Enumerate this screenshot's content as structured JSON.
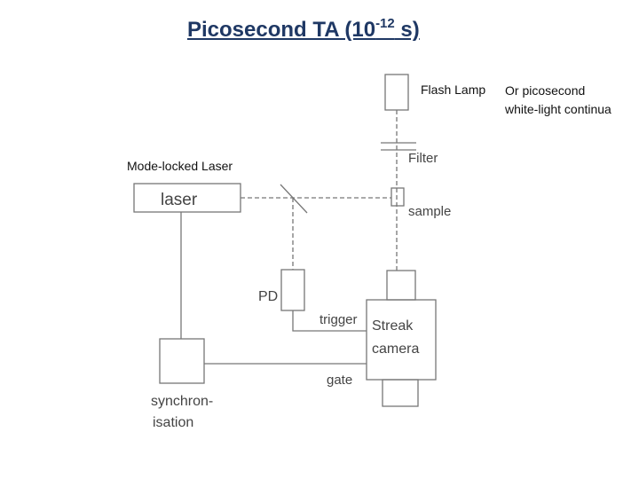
{
  "title": {
    "main": "Picosecond TA (10",
    "exponent": "-12",
    "tail": " s)"
  },
  "captions": {
    "flash_lamp": "Flash Lamp",
    "alternative_line1": "Or picosecond",
    "alternative_line2": "white-light continua",
    "mode_locked_laser": "Mode-locked Laser"
  },
  "diagram_labels": {
    "filter": "Filter",
    "sample": "sample",
    "laser": "laser",
    "pd": "PD",
    "trigger": "trigger",
    "streak_line1": "Streak",
    "streak_line2": "camera",
    "gate": "gate",
    "sync_line1": "synchron-",
    "sync_line2": "isation"
  },
  "colors": {
    "title": "#1f3864",
    "diagram_lines": "#777777",
    "diagram_text": "#444444"
  }
}
